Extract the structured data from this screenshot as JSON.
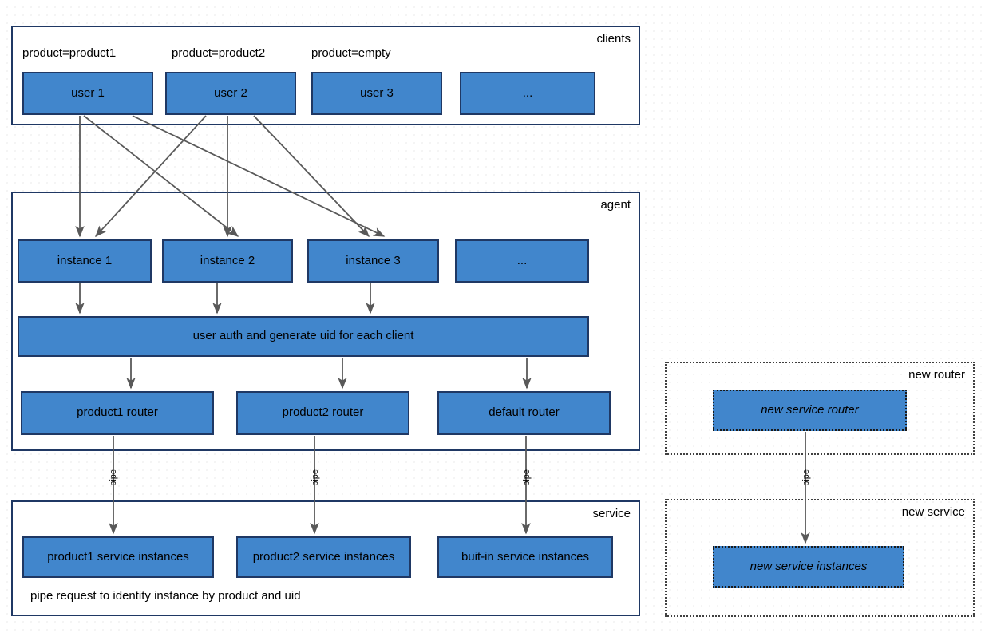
{
  "diagram": {
    "background_color": "#ffffff",
    "box_fill": "#4186CC",
    "box_border": "#1F3864",
    "connector_color": "#595959",
    "groups": {
      "clients": {
        "title": "clients"
      },
      "agent": {
        "title": "agent"
      },
      "service": {
        "title": "service"
      },
      "new_router": {
        "title": "new router"
      },
      "new_service": {
        "title": "new service"
      }
    },
    "clients": {
      "annotations": [
        "product=product1",
        "product=product2",
        "product=empty"
      ],
      "boxes": [
        {
          "label": "user 1"
        },
        {
          "label": "user 2"
        },
        {
          "label": "user 3"
        },
        {
          "label": "..."
        }
      ]
    },
    "agent": {
      "instances": [
        {
          "label": "instance 1"
        },
        {
          "label": "instance 2"
        },
        {
          "label": "instance 3"
        },
        {
          "label": "..."
        }
      ],
      "auth": {
        "label": "user auth and generate uid for each client"
      },
      "routers": [
        {
          "label": "product1 router"
        },
        {
          "label": "product2 router"
        },
        {
          "label": "default router"
        }
      ]
    },
    "service": {
      "instances": [
        {
          "label": "product1 service instances"
        },
        {
          "label": "product2 service instances"
        },
        {
          "label": "buit-in service instances"
        }
      ],
      "note": "pipe request to identity instance by product and uid"
    },
    "new_router": {
      "box": {
        "label": "new service router"
      }
    },
    "new_service": {
      "box": {
        "label": "new service instances"
      }
    },
    "edge_labels": {
      "pipe": "pipe"
    }
  }
}
